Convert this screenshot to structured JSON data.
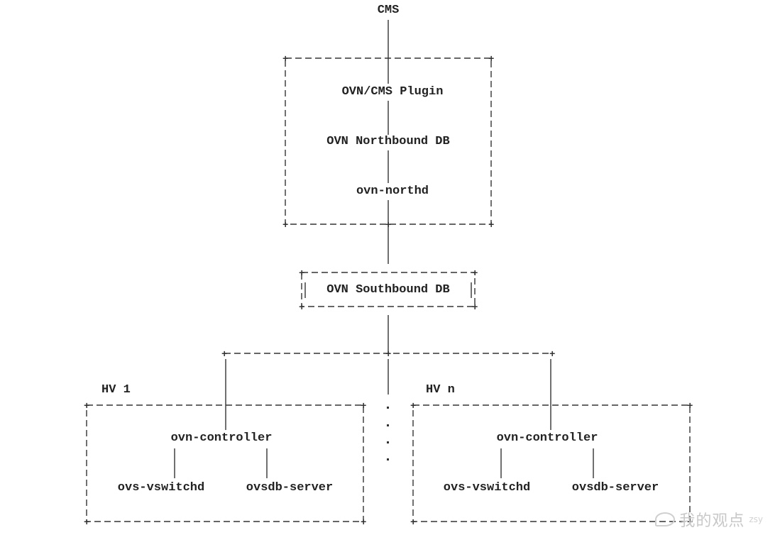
{
  "diagram": {
    "labels": {
      "cms": "CMS",
      "plugin": "OVN/CMS Plugin",
      "northbound": "OVN Northbound DB",
      "northd": "ovn-northd",
      "southbound": "OVN Southbound DB",
      "hv1": "HV 1",
      "hvn": "HV n",
      "controller": "ovn-controller",
      "vswitchd": "ovs-vswitchd",
      "ovsdb": "ovsdb-server"
    },
    "ellipsis_dots": 4
  },
  "watermark": {
    "text": "我的观点",
    "sub": "zsy"
  }
}
